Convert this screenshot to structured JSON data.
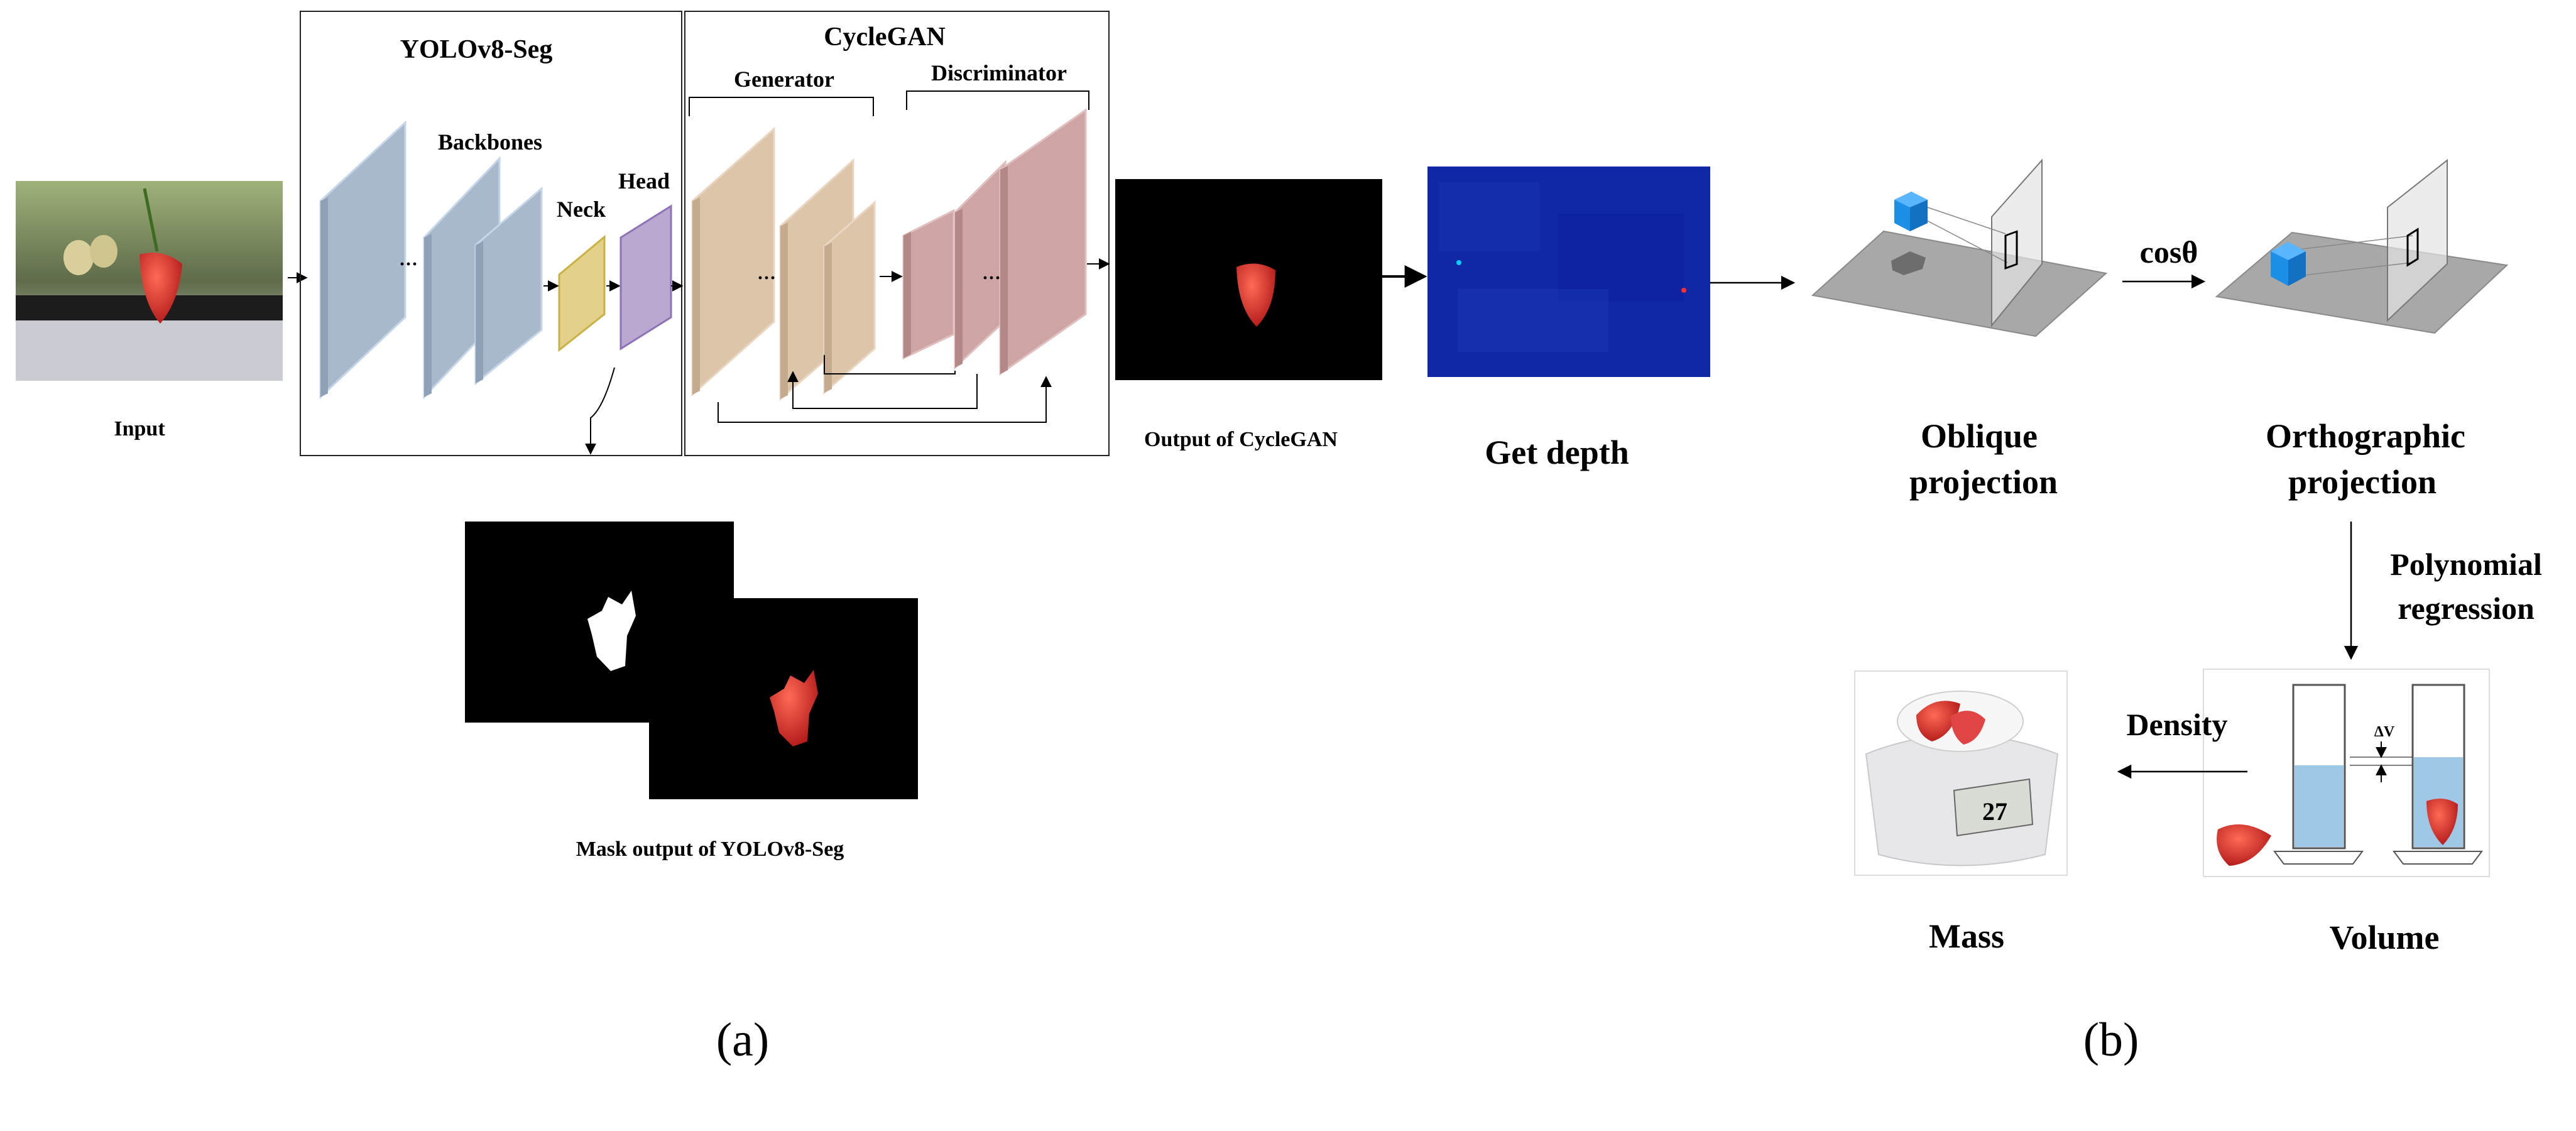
{
  "labels": {
    "input": "Input",
    "yolo_title": "YOLOv8-Seg",
    "backbones": "Backbones",
    "neck": "Neck",
    "head": "Head",
    "cyclegan_title": "CycleGAN",
    "generator": "Generator",
    "discriminator": "Discriminator",
    "ellipsis": "···",
    "output_cyclegan": "Output of CycleGAN",
    "get_depth": "Get depth",
    "mask_output": "Mask output of YOLOv8-Seg",
    "oblique_line1": "Oblique",
    "oblique_line2": "projection",
    "cos": "cosθ",
    "ortho_line1": "Orthographic",
    "ortho_line2": "projection",
    "poly_line1": "Polynomial",
    "poly_line2": "regression",
    "density": "Density",
    "mass": "Mass",
    "volume": "Volume",
    "delta_v": "ΔV",
    "scale_display": "27",
    "panel_a": "(a)",
    "panel_b": "(b)"
  },
  "colors": {
    "backbone": "#a9b8cb",
    "neck": "#e3d089",
    "head": "#b9a9d0",
    "generator": "#ddc5a9",
    "discriminator": "#cfa4a4",
    "depth_map": "#1028a6",
    "cube": "#1e8fe6",
    "plane": "#a8a8a8",
    "strawberry": "#d32f2f",
    "liquid": "#9fc8e6"
  }
}
